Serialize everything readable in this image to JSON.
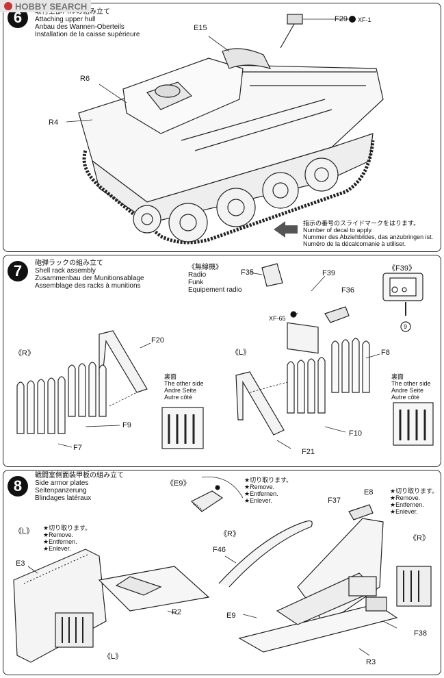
{
  "watermark": {
    "text": "HOBBY SEARCH"
  },
  "step6": {
    "number": "6",
    "title": [
      "取付上部ハルの組み立て",
      "Attaching upper hull",
      "Anbau des Wannen-Oberteils",
      "Installation de la caisse supérieure"
    ],
    "labels": {
      "e15": "E15",
      "f29": "F29",
      "xf1": "XF-1",
      "r6": "R6",
      "r4": "R4"
    },
    "decal_note": [
      "指示の番号のスライドマークをはります。",
      "Number of decal to apply.",
      "Nummer des Abziehbildes, das anzubringen ist.",
      "Numéro de la décalcomanie à utiliser."
    ]
  },
  "step7": {
    "number": "7",
    "title": [
      "砲弾ラックの組み立て",
      "Shell rack assembly",
      "Zusammenbau der Munitionsablage",
      "Assemblage des racks à munitions"
    ],
    "radio": [
      "《無線機》",
      "Radio",
      "Funk",
      "Equipement radio"
    ],
    "labels": {
      "f35": "F35",
      "f39": "F39",
      "f36": "F36",
      "xf65": "XF-65",
      "f39_ref": "《F39》",
      "decal9": "9",
      "r_mark": "《R》",
      "l_mark": "《L》",
      "f20": "F20",
      "f9": "F9",
      "f7": "F7",
      "f8": "F8",
      "f10": "F10",
      "f21": "F21"
    },
    "other_side": [
      "裏面",
      "The other side",
      "Andre Seite",
      "Autre côté"
    ]
  },
  "step8": {
    "number": "8",
    "title": [
      "戦闘室側面装甲板の組み立て",
      "Side armor plates",
      "Seitenpanzerung",
      "Blindages latéraux"
    ],
    "remove": [
      "★切り取ります。",
      "★Remove.",
      "★Entfernen.",
      "★Enlever."
    ],
    "labels": {
      "e9_ref": "《E9》",
      "l_mark": "《L》",
      "r_mark": "《R》",
      "e3": "E3",
      "r2": "R2",
      "l_mark2": "《L》",
      "f46": "F46",
      "f37": "F37",
      "e8": "E8",
      "r_mark2": "《R》",
      "e9": "E9",
      "f38": "F38",
      "r3": "R3"
    }
  }
}
